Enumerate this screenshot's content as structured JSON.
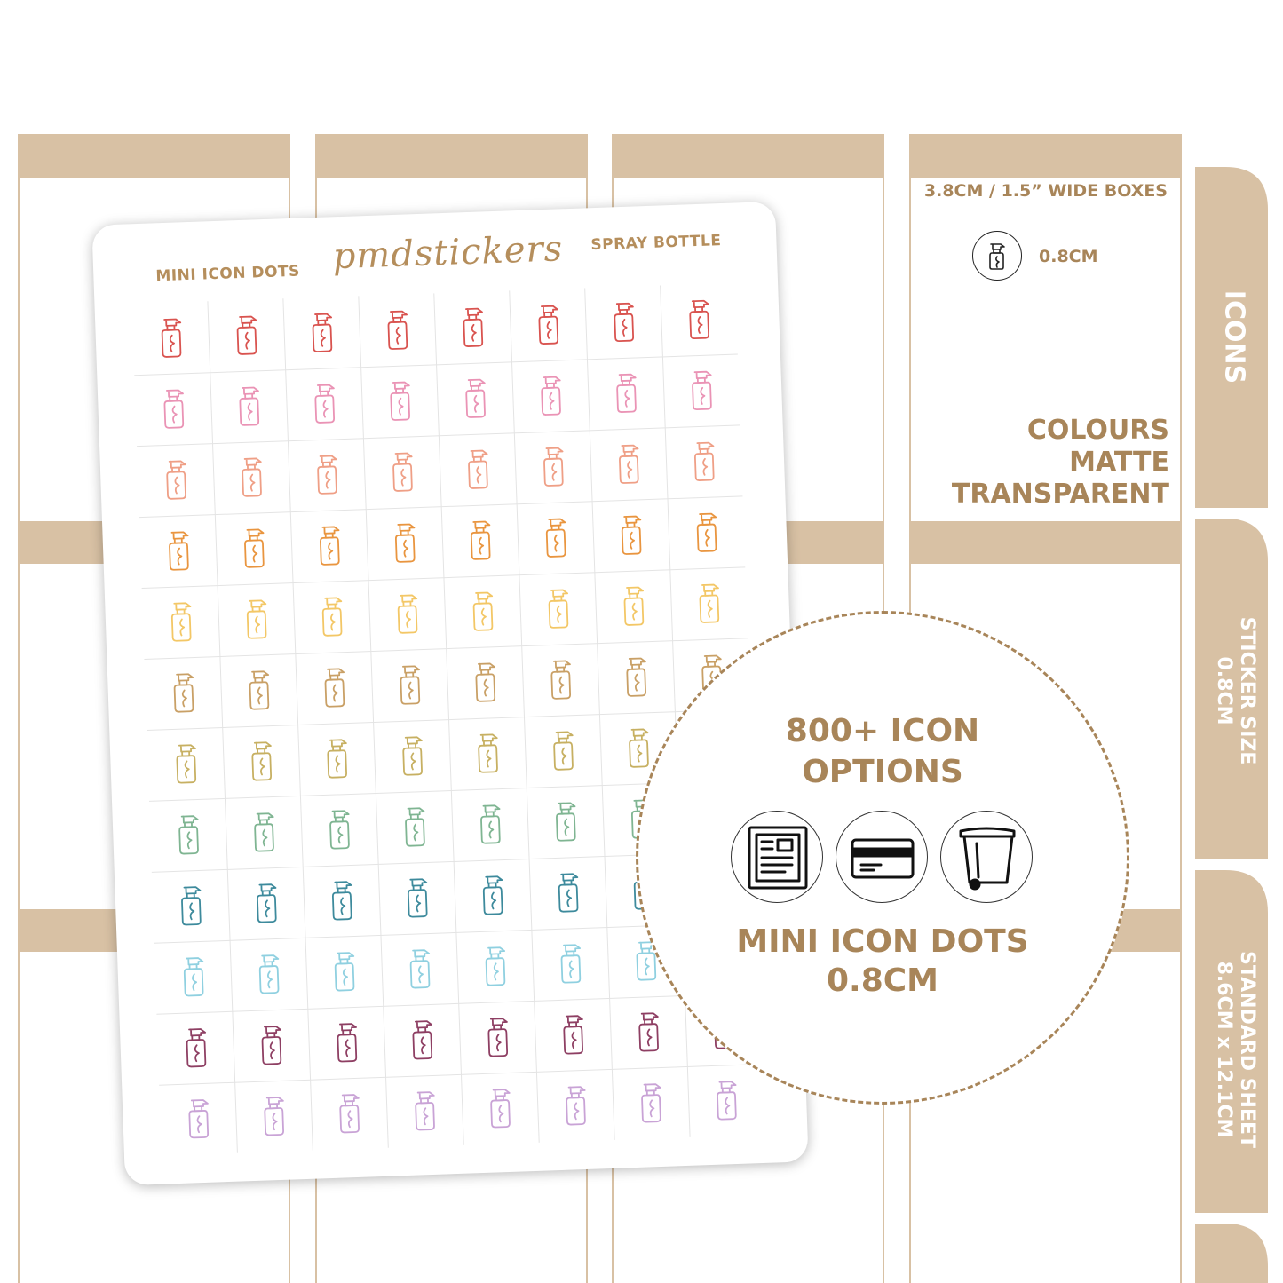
{
  "sheet": {
    "left_label": "MINI ICON DOTS",
    "brand": "pmdstickers",
    "right_label": "SPRAY BOTTLE",
    "icon": "spray-bottle-icon",
    "columns": 8,
    "rows": [
      {
        "color": "#d9534f"
      },
      {
        "color": "#ea93b5"
      },
      {
        "color": "#ef9f86"
      },
      {
        "color": "#e9953f"
      },
      {
        "color": "#f3c766"
      },
      {
        "color": "#c9a066"
      },
      {
        "color": "#c7b062"
      },
      {
        "color": "#7fb592"
      },
      {
        "color": "#3d8a9c"
      },
      {
        "color": "#8fd0e0"
      },
      {
        "color": "#8e3f63"
      },
      {
        "color": "#c9a3d6"
      }
    ]
  },
  "info": {
    "wide_boxes": "3.8CM / 1.5” WIDE BOXES",
    "size_icon": "spray-bottle-icon",
    "size_label": "0.8CM",
    "colours_line1": "COLOURS",
    "colours_line2": "MATTE",
    "colours_line3": "TRANSPARENT"
  },
  "tabs": {
    "icons": "ICONS",
    "sticker_size_line1": "STICKER SIZE",
    "sticker_size_line2": "0.8CM",
    "standard_sheet_line1": "STANDARD SHEET",
    "standard_sheet_line2": "8.6CM x 12.1CM"
  },
  "badge": {
    "line1": "800+ ICON",
    "line2": "OPTIONS",
    "icons": [
      "document-icon",
      "credit-card-icon",
      "wheelie-bin-icon"
    ],
    "line3": "MINI ICON DOTS",
    "line4": "0.8CM"
  },
  "colors": {
    "accent": "#a88559",
    "planner_tan": "#d8c1a4"
  }
}
